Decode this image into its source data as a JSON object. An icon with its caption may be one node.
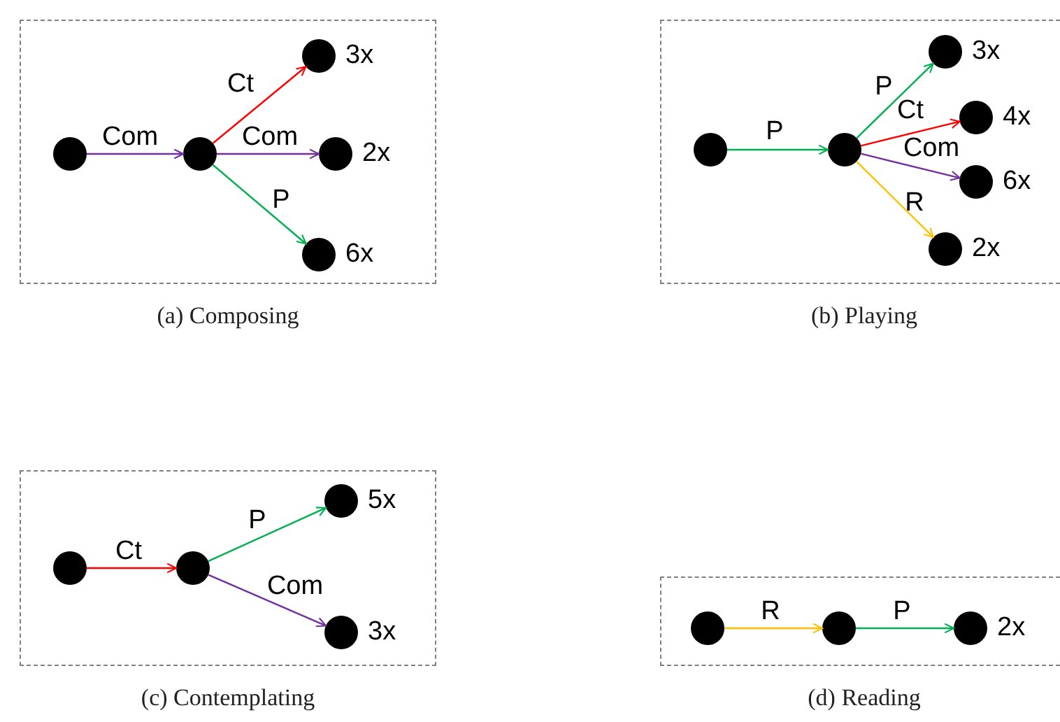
{
  "diagram": {
    "nodes": [
      {
        "text": [
          "(a) Composing"
        ]
      },
      {
        "text": [],
        "shape": "circle",
        "in": 0
      },
      {
        "text": [],
        "shape": "circle",
        "in": 0
      },
      {
        "text": [],
        "shape": "circle",
        "in": 0,
        "beside": [
          "3x"
        ]
      },
      {
        "text": [],
        "shape": "circle",
        "in": 0,
        "beside": [
          "2x"
        ]
      },
      {
        "text": [],
        "shape": "circle",
        "in": 0,
        "beside": [
          "6x"
        ]
      },
      {
        "text": [
          "(b) Playing"
        ]
      },
      {
        "text": [],
        "shape": "circle",
        "in": 6
      },
      {
        "text": [],
        "shape": "circle",
        "in": 6
      },
      {
        "text": [],
        "shape": "circle",
        "in": 6,
        "beside": [
          "3x"
        ]
      },
      {
        "text": [],
        "shape": "circle",
        "in": 6,
        "beside": [
          "4x"
        ]
      },
      {
        "text": [],
        "shape": "circle",
        "in": 6,
        "beside": [
          "6x"
        ]
      },
      {
        "text": [],
        "shape": "circle",
        "in": 6,
        "beside": [
          "2x"
        ]
      },
      {
        "text": [
          "(c) Contemplating"
        ]
      },
      {
        "text": [],
        "shape": "circle",
        "in": 13
      },
      {
        "text": [],
        "shape": "circle",
        "in": 13
      },
      {
        "text": [],
        "shape": "circle",
        "in": 13,
        "beside": [
          "5x"
        ]
      },
      {
        "text": [],
        "shape": "circle",
        "in": 13,
        "beside": [
          "3x"
        ]
      },
      {
        "text": [
          "(d) Reading"
        ]
      },
      {
        "text": [],
        "shape": "circle",
        "in": 18
      },
      {
        "text": [],
        "shape": "circle",
        "in": 18
      },
      {
        "text": [],
        "shape": "circle",
        "in": 18,
        "beside": [
          "2x"
        ]
      }
    ],
    "edges": [
      {
        "from": 1,
        "to": 2,
        "arrow": "to",
        "label": "Com",
        "color": "#7030a0"
      },
      {
        "from": 2,
        "to": 3,
        "arrow": "to",
        "label": "Ct",
        "color": "#ff0000"
      },
      {
        "from": 2,
        "to": 4,
        "arrow": "to",
        "label": "Com",
        "color": "#7030a0"
      },
      {
        "from": 2,
        "to": 5,
        "arrow": "to",
        "label": "P",
        "color": "#00b050"
      },
      {
        "from": 7,
        "to": 8,
        "arrow": "to",
        "label": "P",
        "color": "#00b050"
      },
      {
        "from": 8,
        "to": 9,
        "arrow": "to",
        "label": "P",
        "color": "#00b050"
      },
      {
        "from": 8,
        "to": 10,
        "arrow": "to",
        "label": "Ct",
        "color": "#ff0000"
      },
      {
        "from": 8,
        "to": 11,
        "arrow": "to",
        "label": "Com",
        "color": "#7030a0"
      },
      {
        "from": 8,
        "to": 12,
        "arrow": "to",
        "label": "R",
        "color": "#ffc000"
      },
      {
        "from": 14,
        "to": 15,
        "arrow": "to",
        "label": "Ct",
        "color": "#ff0000"
      },
      {
        "from": 15,
        "to": 16,
        "arrow": "to",
        "label": "P",
        "color": "#00b050"
      },
      {
        "from": 15,
        "to": 17,
        "arrow": "to",
        "label": "Com",
        "color": "#7030a0"
      },
      {
        "from": 19,
        "to": 20,
        "arrow": "to",
        "label": "R",
        "color": "#ffc000"
      },
      {
        "from": 20,
        "to": 21,
        "arrow": "to",
        "label": "P",
        "color": "#00b050"
      }
    ]
  }
}
